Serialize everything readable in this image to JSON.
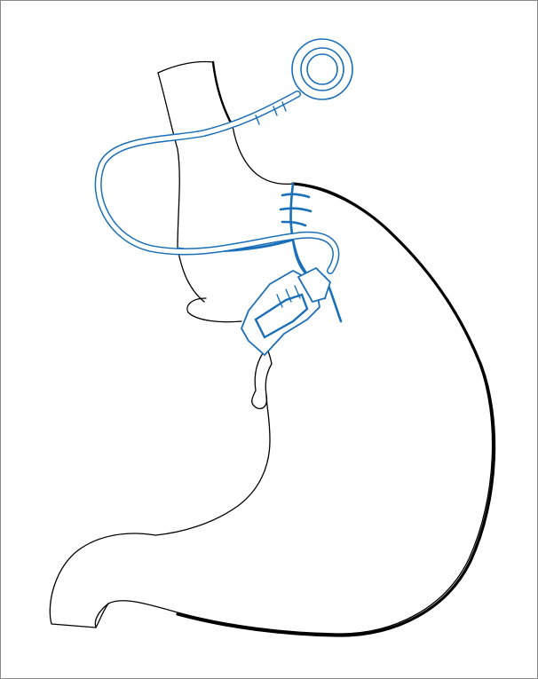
{
  "illustration": {
    "subject": "stomach-with-adjustable-gastric-band",
    "colors": {
      "anatomy_outline": "#000000",
      "device_blue": "#1a6fb8",
      "device_fill": "#ffffff",
      "frame_border": "#8a8a8a",
      "background": "#ffffff"
    },
    "parts": [
      {
        "id": "esophagus",
        "color_key": "anatomy_outline"
      },
      {
        "id": "stomach",
        "color_key": "anatomy_outline"
      },
      {
        "id": "duodenum",
        "color_key": "anatomy_outline"
      },
      {
        "id": "access-port",
        "color_key": "device_blue"
      },
      {
        "id": "tubing",
        "color_key": "device_blue"
      },
      {
        "id": "gastric-band",
        "color_key": "device_blue"
      },
      {
        "id": "band-buckle",
        "color_key": "device_blue"
      },
      {
        "id": "sutures",
        "color_key": "device_blue"
      }
    ]
  }
}
